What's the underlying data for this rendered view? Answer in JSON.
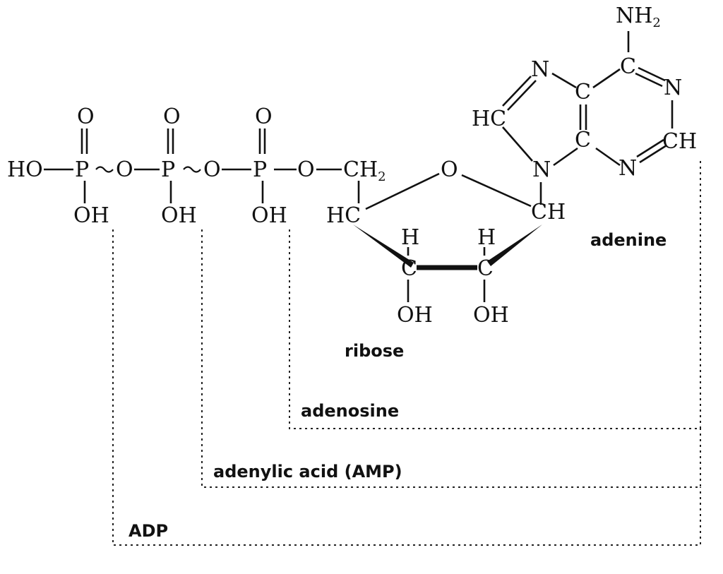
{
  "atoms": {
    "ho": "HO",
    "p": "P",
    "o": "O",
    "oh": "OH",
    "ch2": "CH",
    "sub2": "2",
    "hc": "HC",
    "ch": "CH",
    "h": "H",
    "c": "C",
    "n": "N",
    "nh2": "NH",
    "ring_o": "O"
  },
  "labels": {
    "adenine": "adenine",
    "ribose": "ribose",
    "adenosine": "adenosine",
    "amp": "adenylic acid (AMP)",
    "adp": "ADP"
  }
}
